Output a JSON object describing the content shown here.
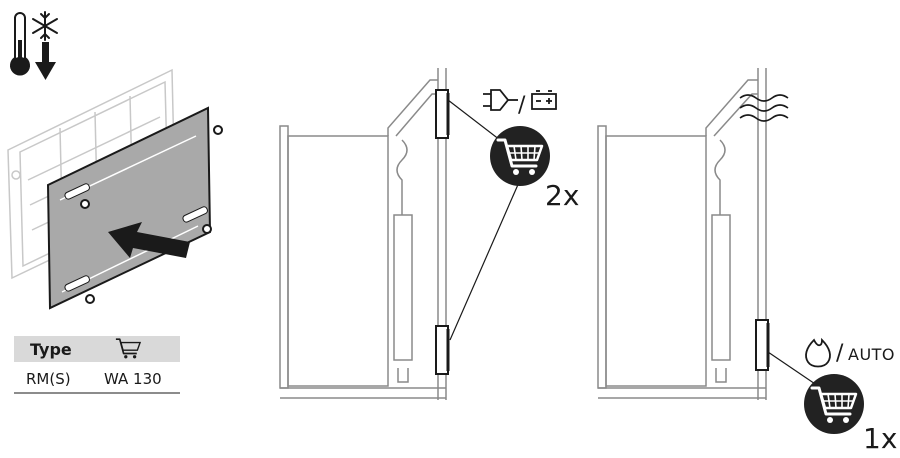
{
  "table": {
    "header_type": "Type",
    "header_icon": "cart-icon",
    "row_type": "RM(S)",
    "row_value": "WA 130"
  },
  "panel2": {
    "power_icons": [
      "plug-icon",
      "battery-icon"
    ],
    "separator": "/",
    "quantity": "2x"
  },
  "panel3": {
    "flame_icon": "gas-flame-icon",
    "separator": "/",
    "auto_label": "AUTO",
    "quantity": "1x"
  },
  "icons": [
    "thermometer-icon",
    "snowflake-icon",
    "arrow-down-icon",
    "wind-waves-icon",
    "push-arrow-icon"
  ],
  "colors": {
    "line": "#1a1a1a",
    "light_line": "#c8c8c8",
    "panel_fill": "#a9a9a9",
    "table_header_bg": "#d9d9d9",
    "badge_bg": "#222222"
  }
}
